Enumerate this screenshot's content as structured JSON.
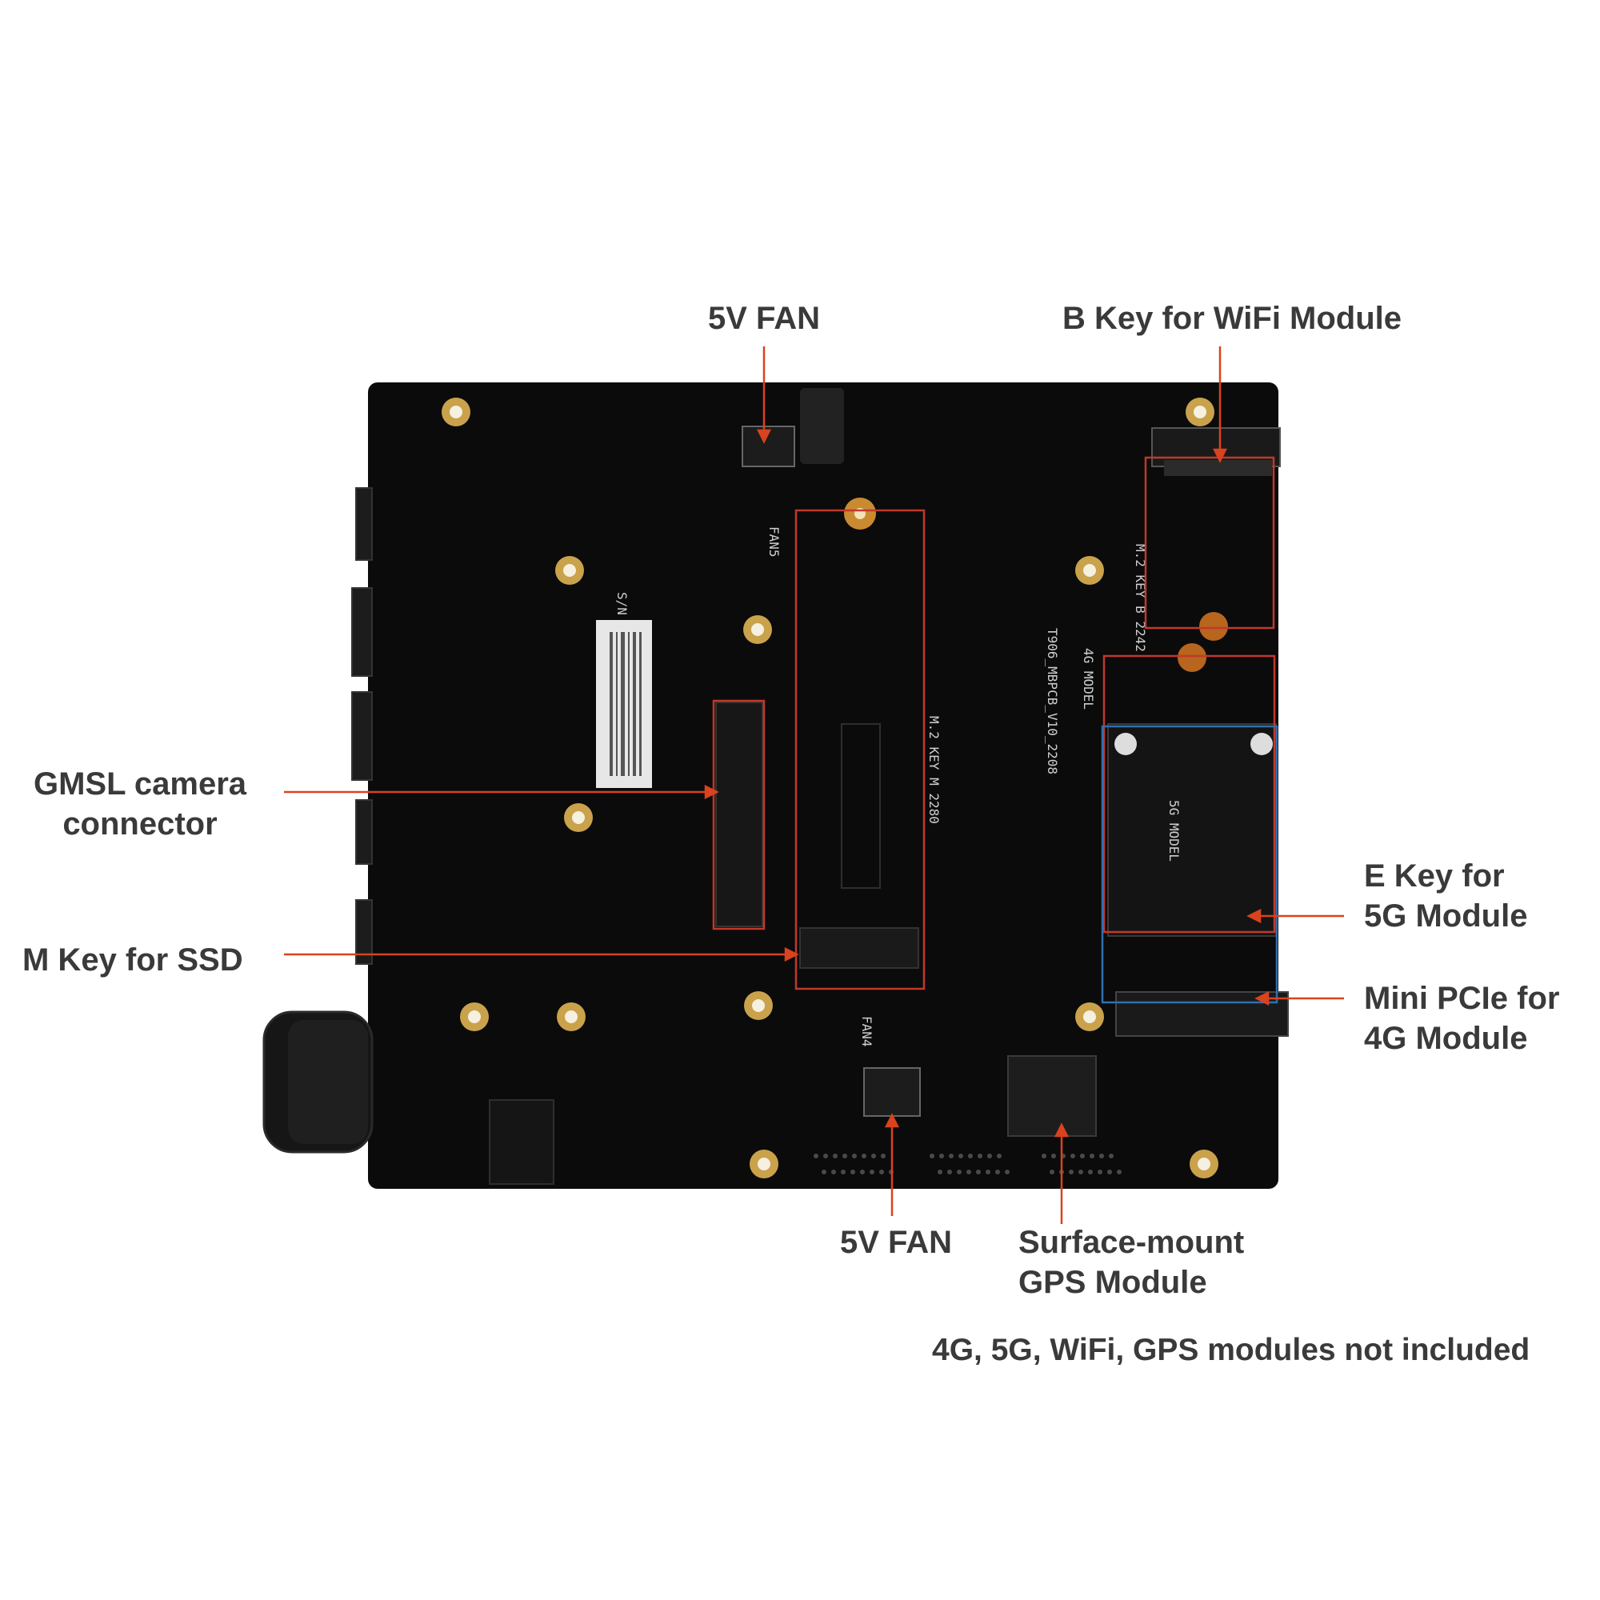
{
  "callouts": {
    "fan_top": "5V FAN",
    "wifi_b_key": "B Key for WiFi Module",
    "gmsl_line1": "GMSL camera",
    "gmsl_line2": "connector",
    "ssd_m_key": "M Key for SSD",
    "e_key_line1": "E Key for",
    "e_key_line2": "5G Module",
    "mini_pcie_line1": "Mini PCIe for",
    "mini_pcie_line2": "4G Module",
    "fan_bottom": "5V FAN",
    "gps_line1": "Surface-mount",
    "gps_line2": "GPS Module"
  },
  "note": "4G, 5G, WiFi, GPS modules not included",
  "silkscreen": {
    "fan5": "FAN5",
    "fan4": "FAN4",
    "board_name": "T906_MBPCB_V10_2208",
    "model_4g": "4G MODEL",
    "model_5g": "5G MODEL",
    "m2_m": "M.2 KEY M 2280",
    "m2_b": "M.2 KEY B 2242",
    "sn": "S/N"
  },
  "colors": {
    "board": "#0b0b0b",
    "callout_line": "#d9431e",
    "highlight_box": "#c0392b",
    "blue_box": "#2f6fb0",
    "label_text": "#3a3a3a"
  }
}
